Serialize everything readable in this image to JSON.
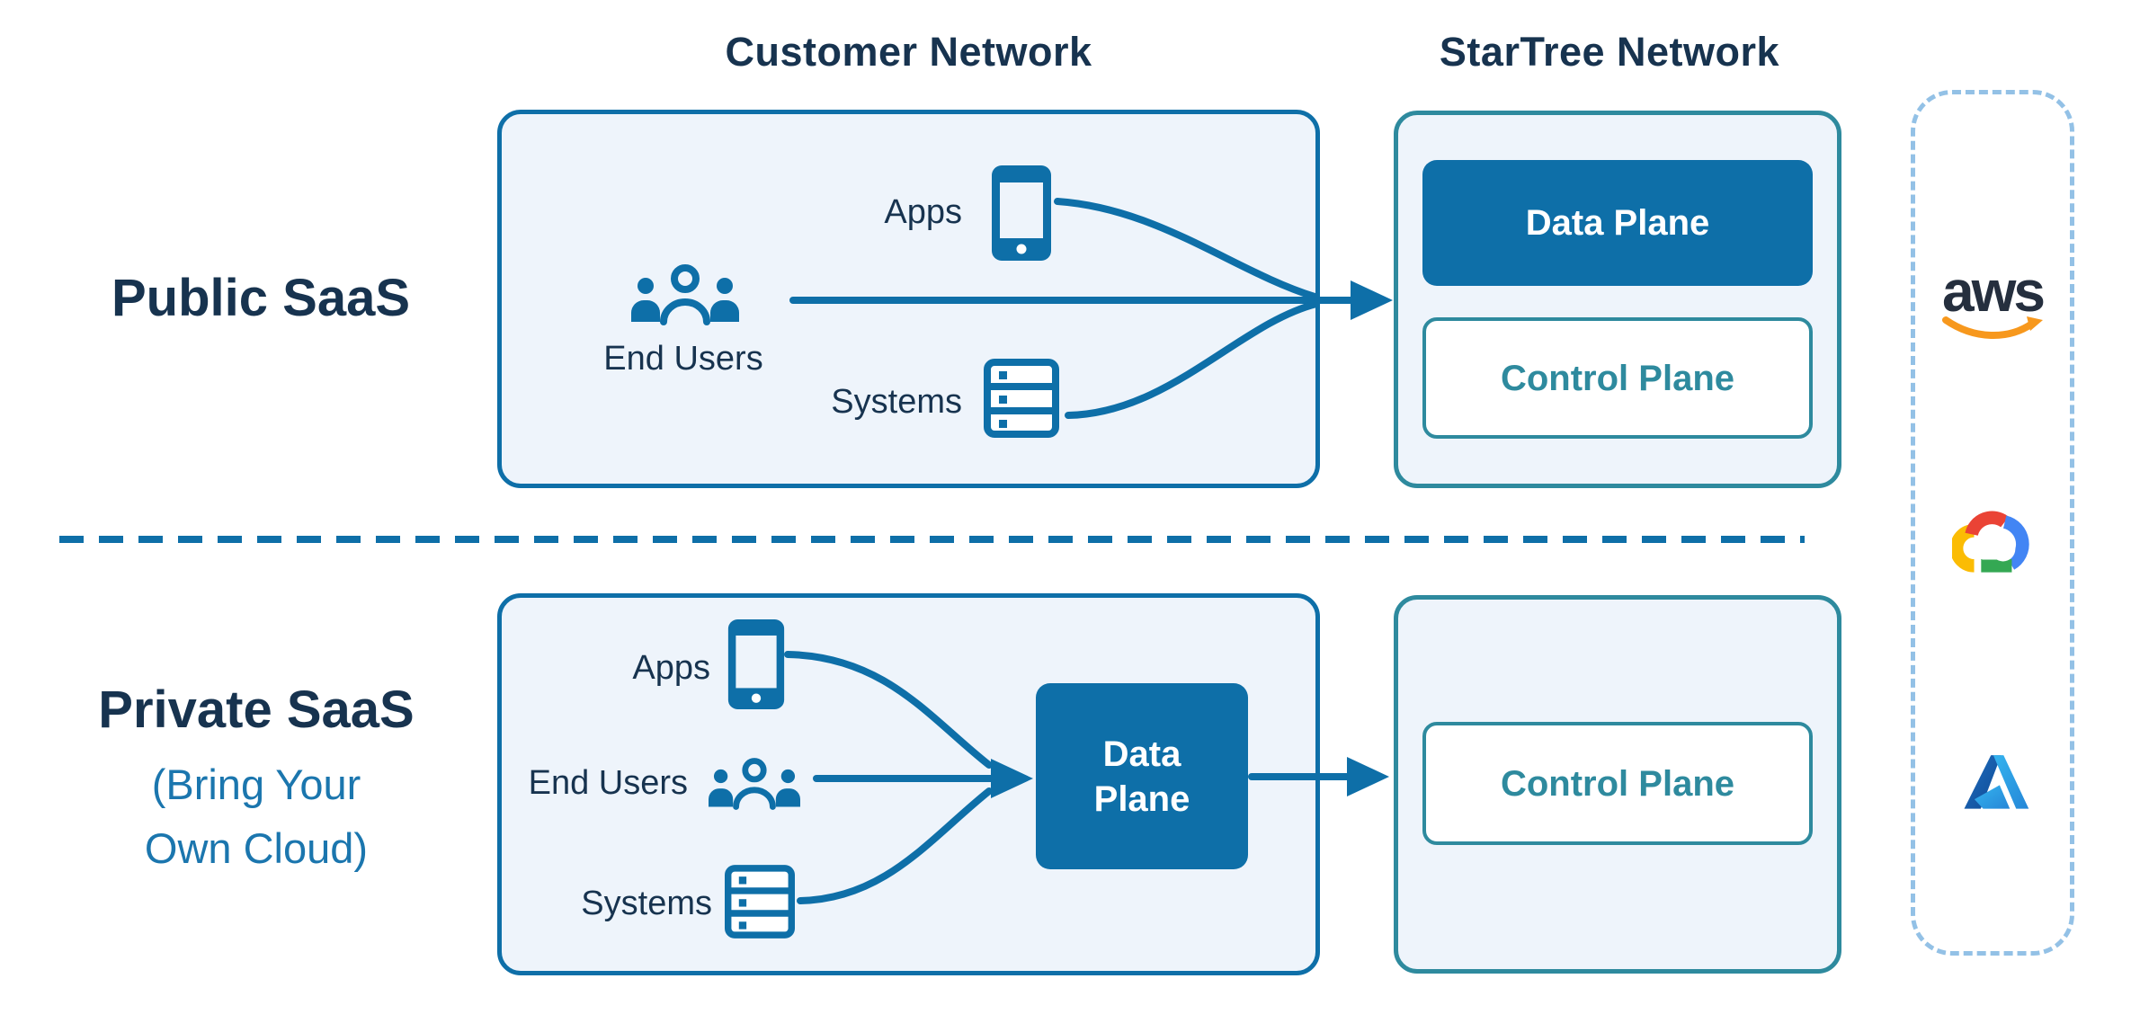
{
  "headers": {
    "customer_network": "Customer Network",
    "startree_network": "StarTree Network"
  },
  "rows": {
    "public": {
      "title": "Public SaaS"
    },
    "private": {
      "title": "Private SaaS",
      "subtitle_line1": "(Bring Your",
      "subtitle_line2": "Own Cloud)"
    }
  },
  "public_section": {
    "apps_label": "Apps",
    "end_users_label": "End Users",
    "systems_label": "Systems",
    "data_plane_label": "Data Plane",
    "control_plane_label": "Control Plane"
  },
  "private_section": {
    "apps_label": "Apps",
    "end_users_label": "End Users",
    "systems_label": "Systems",
    "data_plane_label": "Data Plane",
    "control_plane_label": "Control Plane"
  },
  "providers": {
    "aws_wordmark": "aws",
    "items": [
      "aws",
      "google-cloud",
      "azure"
    ]
  },
  "colors": {
    "navy_text": "#17334f",
    "blue_accent": "#0e6fa8",
    "teal_accent": "#2e8a9e",
    "panel_fill": "#eef4fb",
    "byoc_blue": "#1b76ae",
    "rail_dash": "#93c1e6",
    "aws_navy": "#252f3e",
    "aws_orange": "#f7981d",
    "gcp_red": "#ea4335",
    "gcp_yellow": "#fbbc04",
    "gcp_green": "#34a853",
    "gcp_blue": "#4285f4"
  }
}
